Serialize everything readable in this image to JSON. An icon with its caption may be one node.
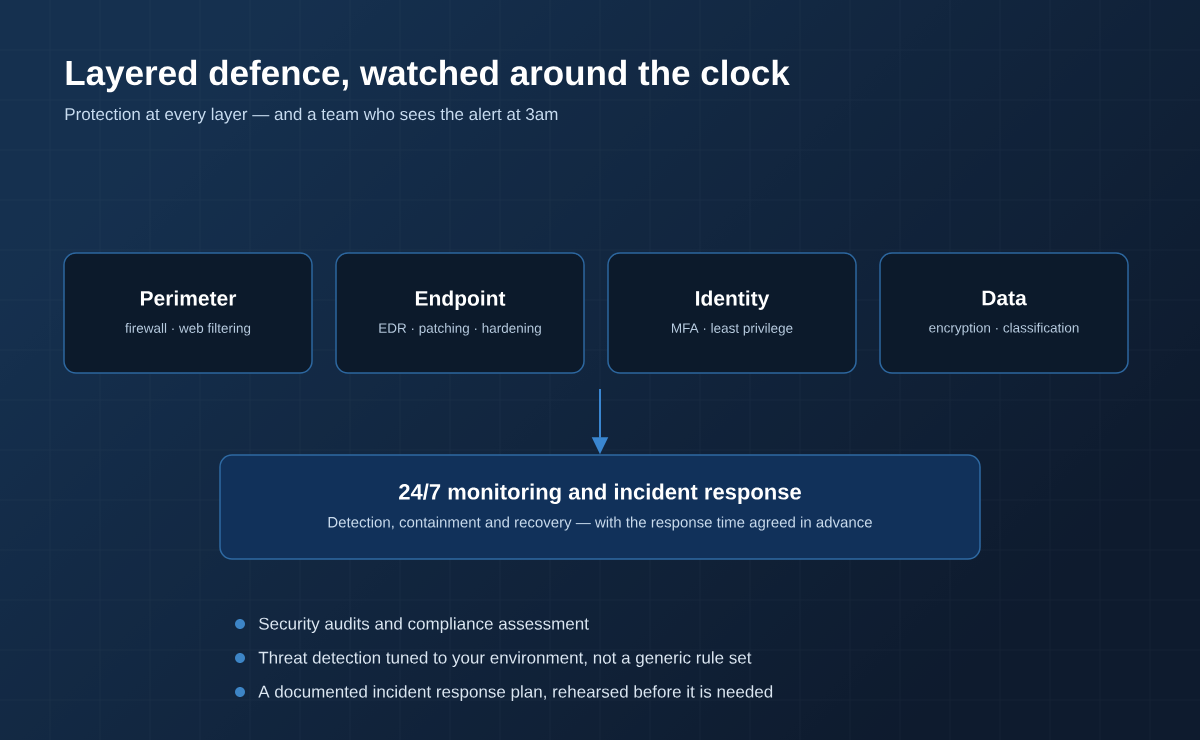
{
  "diagram": {
    "title": "Layered defence, watched around the clock",
    "nodes": [
      {
        "text": [
          "Perimeter",
          "firewall · web filtering"
        ]
      },
      {
        "text": [
          "Endpoint",
          "EDR · patching · hardening"
        ]
      },
      {
        "text": [
          "Identity",
          "MFA · least privilege"
        ]
      },
      {
        "text": [
          "Data",
          "encryption · classification"
        ]
      },
      {
        "text": [
          "24/7 monitoring and incident response",
          "Detection, containment and recovery — with the response time agreed in advance"
        ]
      }
    ],
    "edges": [
      {
        "from": null,
        "to": 4,
        "arrow": "to"
      }
    ],
    "labels": [
      "Protection at every layer — and a team who sees the alert at 3am",
      "Security audits and compliance assessment",
      "Threat detection tuned to your environment, not a generic rule set",
      "A documented incident response plan, rehearsed before it is needed"
    ]
  }
}
